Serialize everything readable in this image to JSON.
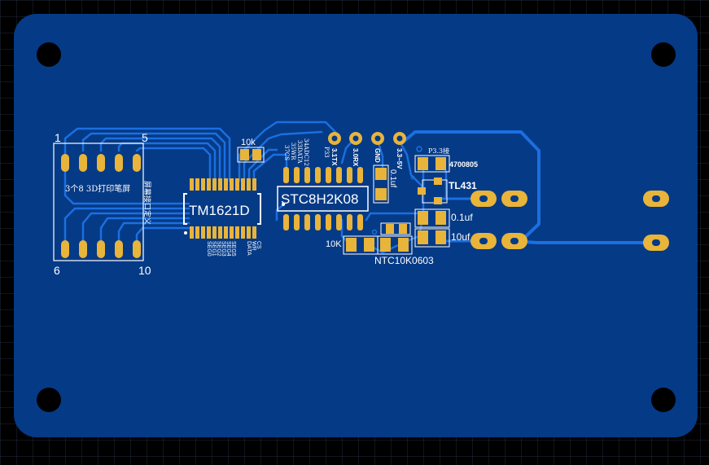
{
  "colors": {
    "background": "#000000",
    "grid": "#1f2a3a",
    "board": "#053a86",
    "trace": "#1b6fe0",
    "pad": "#e8b43a",
    "silk": "#ffffff"
  },
  "display": {
    "pin_top_left": "1",
    "pin_top_right": "5",
    "pin_bottom_left": "6",
    "pin_bottom_right": "10",
    "title": "3个8 3D打印笔屏",
    "side_label": "屏幕接口定义"
  },
  "driver_ic": {
    "label": "TM1621D",
    "left_pins": [
      "SEG0",
      "SEG1",
      "SEG2",
      "SEG3",
      "SEG4",
      "SEG5"
    ],
    "right_pins": [
      "DATA",
      "WR",
      "CS"
    ]
  },
  "mcu": {
    "label": "STC8H2K08",
    "pin_labels": [
      "34ADC12",
      "33DATA",
      "35WR",
      "37CS",
      "P33"
    ]
  },
  "header": {
    "pins": [
      "3.1TX",
      "3.0RX",
      "GND",
      "3.3~5V"
    ]
  },
  "components": {
    "top_resistor": "10k",
    "vertical_cap": "0.1uf",
    "p33_label": "P3.3接",
    "res_4700805": "4700805",
    "regulator": "TL431",
    "cap_01uf": "0.1uf",
    "cap_10uf": "10uf",
    "res_10k": "10K",
    "thermistor": "NTC10K0603"
  }
}
